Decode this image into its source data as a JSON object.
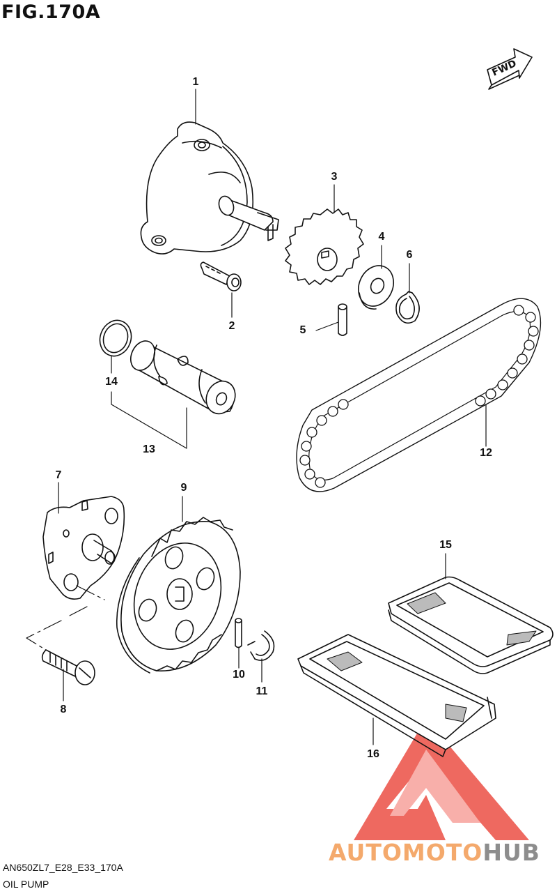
{
  "figure": {
    "title": "FIG.170A",
    "direction_badge": "FWD"
  },
  "callouts": [
    {
      "id": "1",
      "label": "1"
    },
    {
      "id": "2",
      "label": "2"
    },
    {
      "id": "3",
      "label": "3"
    },
    {
      "id": "4",
      "label": "4"
    },
    {
      "id": "5",
      "label": "5"
    },
    {
      "id": "6",
      "label": "6"
    },
    {
      "id": "7",
      "label": "7"
    },
    {
      "id": "8",
      "label": "8"
    },
    {
      "id": "9",
      "label": "9"
    },
    {
      "id": "10",
      "label": "10"
    },
    {
      "id": "11",
      "label": "11"
    },
    {
      "id": "12",
      "label": "12"
    },
    {
      "id": "13",
      "label": "13"
    },
    {
      "id": "14",
      "label": "14"
    },
    {
      "id": "15",
      "label": "15"
    },
    {
      "id": "16",
      "label": "16"
    }
  ],
  "footer": {
    "code": "AN650ZL7_E28_E33_170A",
    "name": "OIL PUMP"
  },
  "watermark": {
    "text_part1": "AUTOMOTO",
    "text_part2": "HUB",
    "color_primary": "#e8443a",
    "color_secondary": "#8d8d8d"
  }
}
